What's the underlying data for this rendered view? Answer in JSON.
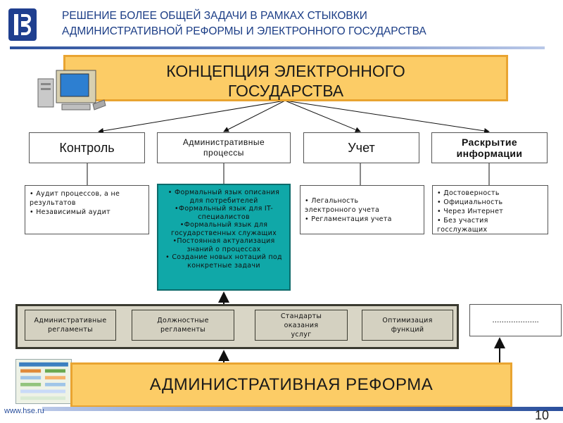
{
  "header": {
    "title_line1": "РЕШЕНИЕ БОЛЕЕ ОБЩЕЙ ЗАДАЧИ В РАМКАХ СТЫКОВКИ",
    "title_line2": "АДМИНИСТРАТИВНОЙ РЕФОРМЫ И ЭЛЕКТРОННОГО ГОСУДАРСТВА"
  },
  "concept": {
    "line1": "КОНЦЕПЦИЯ ЭЛЕКТРОННОГО",
    "line2": "ГОСУДАРСТВА"
  },
  "categories": {
    "control": "Контроль",
    "admin_line1": "Административные",
    "admin_line2": "процессы",
    "accounting": "Учет",
    "disclosure_line1": "Раскрытие",
    "disclosure_line2": "информации"
  },
  "details": {
    "control": [
      "• Аудит процессов, а не",
      "результатов",
      "• Независимый аудит"
    ],
    "admin": [
      "• Формальный язык описания для потребителей",
      "•Формальный язык для IT-специалистов",
      "•Формальный язык для государственных служащих",
      "•Постоянная актуализация знаний о процессах",
      "• Создание новых нотаций под конкретные задачи"
    ],
    "accounting": [
      "• Легальность",
      "электронного учета",
      "• Регламентация учета"
    ],
    "disclosure": [
      "• Достоверность",
      "• Официальность",
      "• Через Интернет",
      "• Без участия",
      "госслужащих"
    ]
  },
  "band": {
    "item1_line1": "Административные",
    "item1_line2": "регламенты",
    "item2_line1": "Должностные",
    "item2_line2": "регламенты",
    "item3_line1": "Стандарты",
    "item3_line2": "оказания",
    "item3_line3": "услуг",
    "item4_line1": "Оптимизация",
    "item4_line2": "функций",
    "side_box": "……………….."
  },
  "reform": "АДМИНИСТРАТИВНАЯ РЕФОРМА",
  "footer": {
    "url": "www.hse.ru",
    "page": "10"
  },
  "colors": {
    "accent_orange": "#fccc66",
    "teal": "#10a8a8",
    "title_blue": "#1b3d86",
    "band_gray": "#d9d6c6"
  }
}
